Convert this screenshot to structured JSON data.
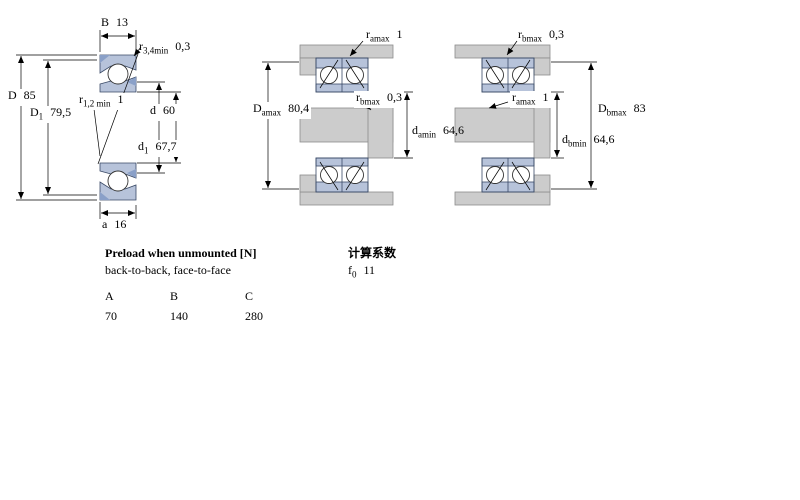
{
  "colors": {
    "ring": "#b7c3da",
    "ring_dark": "#8aa0c8",
    "metal": "#cccccc",
    "line": "#000000"
  },
  "diagram_left": {
    "B": {
      "base": "B",
      "sub": "",
      "value": "13"
    },
    "r34": {
      "base": "r",
      "sub": "3,4min",
      "value": "0,3"
    },
    "D": {
      "base": "D",
      "sub": "",
      "value": "85"
    },
    "D1": {
      "base": "D",
      "sub": "1",
      "value": "79,5"
    },
    "r12": {
      "base": "r",
      "sub": "1,2 min",
      "value": "1"
    },
    "d": {
      "base": "d",
      "sub": "",
      "value": "60"
    },
    "d1": {
      "base": "d",
      "sub": "1",
      "value": "67,7"
    },
    "a": {
      "base": "a",
      "sub": "",
      "value": "16"
    }
  },
  "diagram_middle": {
    "ra": {
      "base": "r",
      "sub": "amax",
      "value": "1"
    },
    "Da": {
      "base": "D",
      "sub": "amax",
      "value": "80,4"
    },
    "rb": {
      "base": "r",
      "sub": "bmax",
      "value": "0,3"
    },
    "da": {
      "base": "d",
      "sub": "amin",
      "value": "64,6"
    }
  },
  "diagram_right": {
    "rb": {
      "base": "r",
      "sub": "bmax",
      "value": "0,3"
    },
    "ra": {
      "base": "r",
      "sub": "amax",
      "value": "1"
    },
    "Db": {
      "base": "D",
      "sub": "bmax",
      "value": "83"
    },
    "db": {
      "base": "d",
      "sub": "bmin",
      "value": "64,6"
    }
  },
  "preload": {
    "title": "Preload when unmounted [N]",
    "subtitle": "back-to-back, face-to-face",
    "columns": [
      "A",
      "B",
      "C"
    ],
    "values": [
      "70",
      "140",
      "280"
    ]
  },
  "calc": {
    "title": "计算系数",
    "f0": {
      "base": "f",
      "sub": "0",
      "value": "11"
    }
  }
}
